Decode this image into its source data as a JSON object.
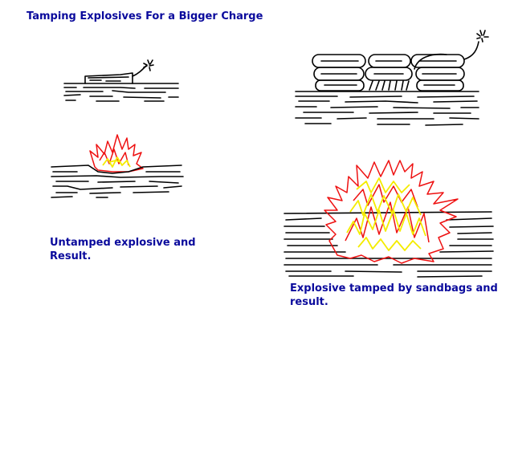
{
  "title": "Tamping Explosives For a Bigger Charge",
  "captions": {
    "untamped": "Untamped explosive and Result.",
    "tamped": "Explosive tamped by sandbags and result."
  },
  "colors": {
    "text": "#0a0a9c",
    "flame_outer": "#ee1111",
    "flame_inner": "#f4ec00",
    "ink": "#000000"
  }
}
